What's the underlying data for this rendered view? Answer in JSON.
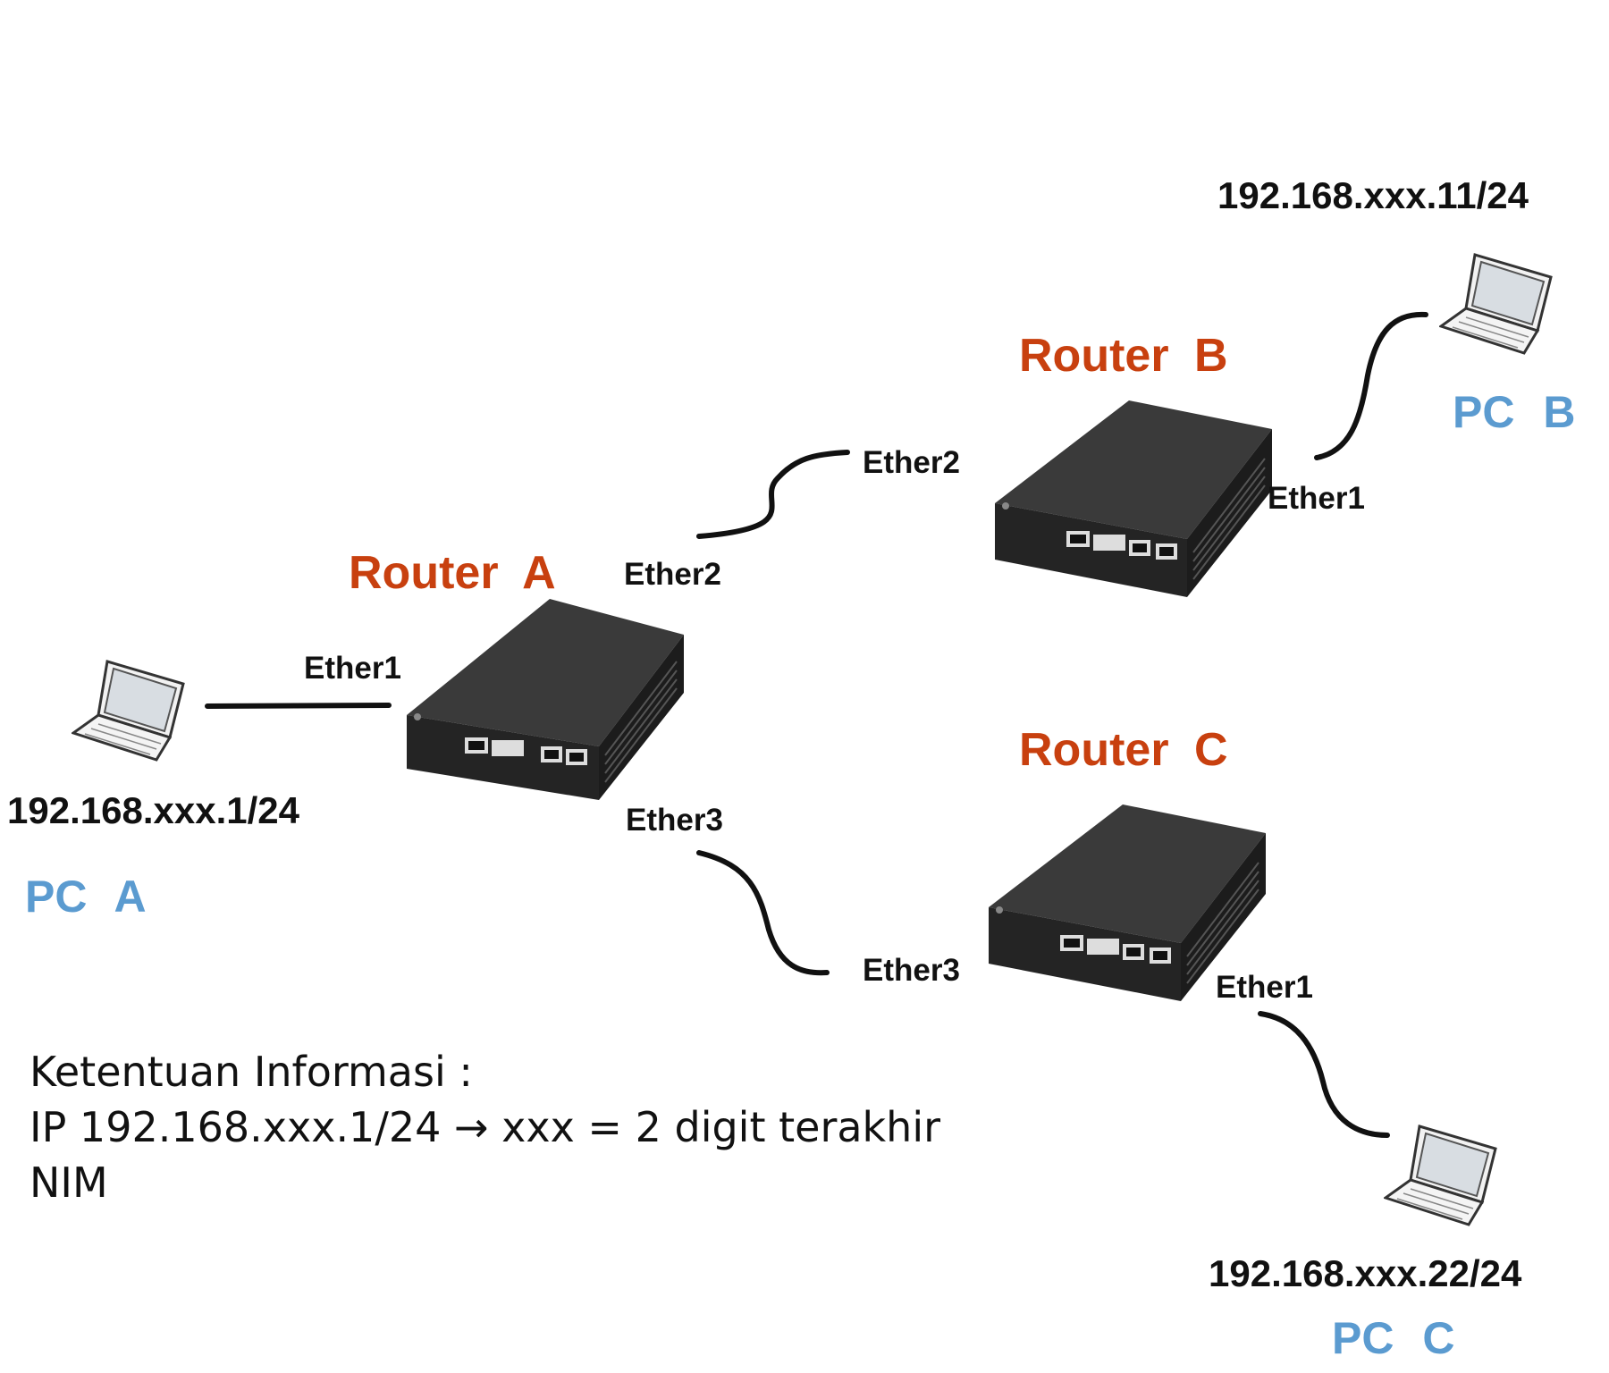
{
  "diagram": {
    "routers": {
      "a": {
        "label": "Router  A"
      },
      "b": {
        "label": "Router  B"
      },
      "c": {
        "label": "Router  C"
      }
    },
    "pcs": {
      "a": {
        "label": "PC  A",
        "ip": "192.168.xxx.1/24"
      },
      "b": {
        "label": "PC  B",
        "ip": "192.168.xxx.11/24"
      },
      "c": {
        "label": "PC  C",
        "ip": "192.168.xxx.22/24"
      }
    },
    "ports": {
      "ra_ether1": "Ether1",
      "ra_ether2": "Ether2",
      "ra_ether3": "Ether3",
      "rb_ether2": "Ether2",
      "rb_ether1": "Ether1",
      "rc_ether3": "Ether3",
      "rc_ether1": "Ether1"
    },
    "info": {
      "line1": "Ketentuan Informasi :",
      "line2": "IP 192.168.xxx.1/24 → xxx = 2 digit terakhir",
      "line3": "NIM"
    },
    "colors": {
      "router_label": "#c8400f",
      "pc_label": "#5b9bd0",
      "text": "#111111",
      "router_body": "#2f2f2f"
    },
    "icons": {
      "router": "router-device-icon",
      "pc": "laptop-icon"
    }
  }
}
